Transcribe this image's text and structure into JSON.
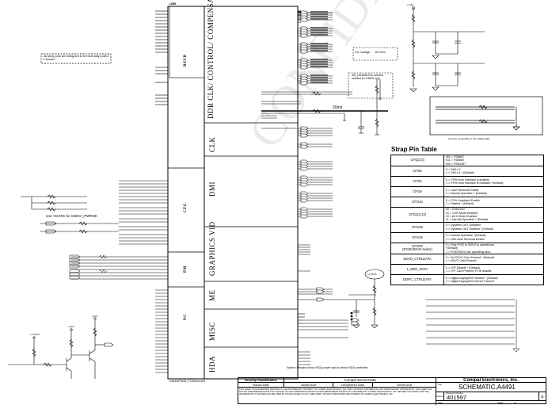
{
  "schematic": {
    "component_ref": "U3B",
    "part_name": "GM45/PM45_FCBGA1329",
    "sections": {
      "ddr_comp": "DDR CLK/ CONTROL/ COMPENSATION",
      "clk": "CLK",
      "dmi": "DMI",
      "graphics_vid": "GRAPHICS VID",
      "me": "ME",
      "misc": "MISC",
      "hda": "HDA",
      "rsvd": "RSVD",
      "cfg": "CFG",
      "pm": "PM",
      "nc": "NC"
    },
    "notes": {
      "top_left_note": "All strap pins are designed to be internally pulled",
      "top_left_note_line2": "Connect",
      "ddr_note_1": "SM_DRAMRST# needed",
      "ddr_note_2": "needed for DDR3 only",
      "ddr_note_3": "For Cantiga",
      "ddr_note_4": "80 Ohm",
      "trace_width": "20mil",
      "vgate_note": "Use VGATE for GMCH_PWROK",
      "close_note": "as close as possible to the related balls",
      "hda_note": "Notice: Please check HDA power rail to select HDA controller."
    },
    "power_rails": [
      "+1.8V",
      "+1.8V",
      "+1.8V",
      "+3VS",
      "+3VS",
      "+3VS",
      "+1.05VS",
      "+1.05VS"
    ]
  },
  "strap_table": {
    "title": "Strap Pin Table",
    "rows": [
      {
        "pin": "CFG[2:0]",
        "desc": "001 = FSB667\n011 = FSB800\n000 = FSB1067"
      },
      {
        "pin": "CFG5",
        "desc": "0 = DMI x 2\n1 = DMI x 4   *  (Default)"
      },
      {
        "pin": "CFG6",
        "desc": "0 = iTPM Host Interface is enabled\n1 = iTPM Host Interface is Disabled  *(Default)"
      },
      {
        "pin": "CFG9",
        "desc": "0 = Lane Reversal Enable\n1 = Normal Operation  *  (Default)"
      },
      {
        "pin": "CFG10",
        "desc": "0 = PCIe Loopback Enable\n1 = Disable  *  (Default)"
      },
      {
        "pin": "CFG[13:12]",
        "desc": "00 = Reserved\n01 = XOR Mode Enabled\n10 = All Z Mode Enabled\n11 = Normal Operation  *   (Default)"
      },
      {
        "pin": "CFG16",
        "desc": "0 = Dynamic ODT Disabled\n1 = Dynamic ODT Enabled  *  (Default)"
      },
      {
        "pin": "CFG19",
        "desc": "0 = Normal Operation      *(Default)\n1 = DMI Lane Reversal Enable"
      },
      {
        "pin": "CFG20\n(PCIE/SDVO select)",
        "desc": "0 = Only PCIE or SDVO is operational.\n   *(Default)\n1 = PCIE/SDVO are operating simu."
      },
      {
        "pin": "SDVO_CTRLDATA",
        "desc": "0 = No SDVO Card Present   *  (Default)\n1 = SDVO Card Present"
      },
      {
        "pin": "L_DDC_DATA",
        "desc": "0 = LFP Disable        *  (Default)\n1 = LFP Card Present; PCIE disable"
      },
      {
        "pin": "DDPC_CTRLDATA",
        "desc": "0 = Digital DisplayPort Disable  *  (Default)\n1 = Digital DisplayPort Device Present"
      }
    ]
  },
  "title_block": {
    "security_label": "Security Classification",
    "security_value": "Compal Secret Data",
    "issued_label": "Issued Date",
    "issued_value": "2008/03/28",
    "deciphered_label": "Deciphered Date",
    "deciphered_value": "2009/03/28",
    "disclaimer": "THIS SHEET OF ENGINEERING DRAWING IS THE PROPRIETARY PROPERTY OF COMPAL ELECTRONICS, INC. AND CONTAINS CONFIDENTIAL AND TRADE SECRET INFORMATION. THIS SHEET MAY NOT BE TRANSFERRED FROM THE CUSTODY OF THE COMPETENT DIVISION OF R&D DEPARTMENT EXCEPT AS AUTHORIZED BY COMPAL ELECTRONICS, INC. NEITHER THIS SHEET NOR THE INFORMATION IT CONTAINS MAY BE USED BY OR DISCLOSED TO ANY THIRD PARTY WITHOUT PRIOR WRITTEN CONSENT OF COMPAL ELECTRONICS, INC.",
    "company": "Compal Electronics, Inc.",
    "title_label": "Title",
    "title": "SCHEMATIC,A4491",
    "size_label": "Size",
    "doc_label": "Document Number",
    "doc_number": "401597",
    "rev_label": "Rev",
    "rev": "C",
    "custom_label": "Custom",
    "date_label": "Date",
    "sheet_label": "Sheet",
    "of_label": "of"
  },
  "watermark": "CONFIDENTIAL"
}
